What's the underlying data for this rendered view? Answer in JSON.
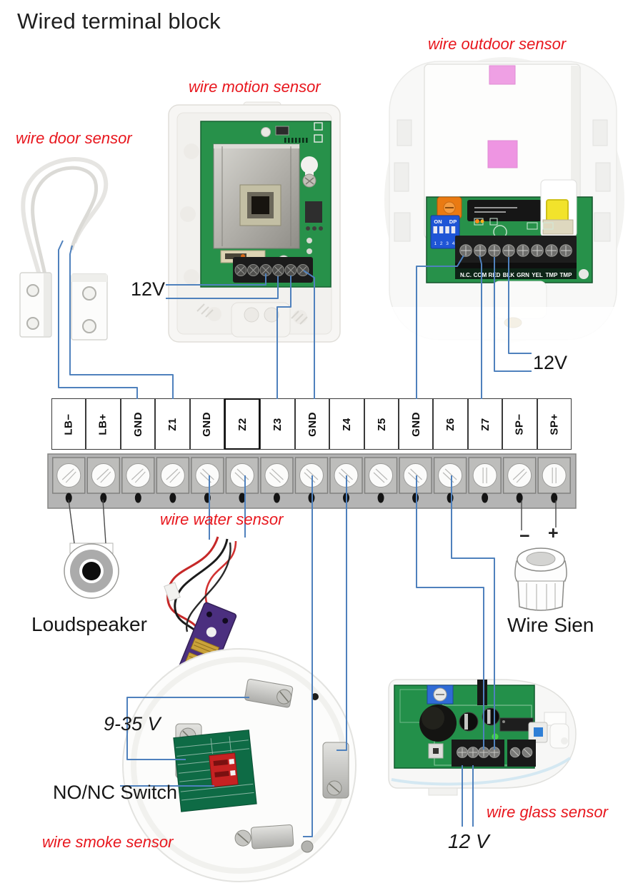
{
  "title": "Wired terminal block",
  "colors": {
    "wire_line_blue": "#4f81bd",
    "thin_line_gray": "#4a4a4a",
    "label_red": "#e8171e",
    "terminal_strip_gray": "#b4b4b4",
    "pcb_green": "#27914a"
  },
  "sensor_labels": {
    "door": "wire door sensor",
    "motion": "wire motion sensor",
    "outdoor": "wire outdoor sensor",
    "water": "wire water sensor",
    "smoke": "wire smoke sensor",
    "glass": "wire glass sensor"
  },
  "annotations": {
    "motion_power": "12V",
    "outdoor_power": "12V",
    "glass_power": "12 V",
    "smoke_power": "9-35 V",
    "smoke_switch": "NO/NC Switch",
    "loudspeaker": "Loudspeaker",
    "siren": "Wire Sien",
    "siren_minus": "−",
    "siren_plus": "+"
  },
  "terminal_block": {
    "terminals": [
      "LB−",
      "LB+",
      "GND",
      "Z1",
      "GND",
      "Z2",
      "Z3",
      "GND",
      "Z4",
      "Z5",
      "GND",
      "Z6",
      "Z7",
      "SP−",
      "SP+"
    ]
  },
  "outdoor_sensor": {
    "terminals": [
      "N.C.",
      "COM",
      "RED",
      "BLK",
      "GRN",
      "YEL",
      "TMP",
      "TMP"
    ],
    "dip": {
      "on": "ON",
      "dp": "DP",
      "numbers": [
        "1",
        "2",
        "3",
        "4"
      ]
    }
  }
}
